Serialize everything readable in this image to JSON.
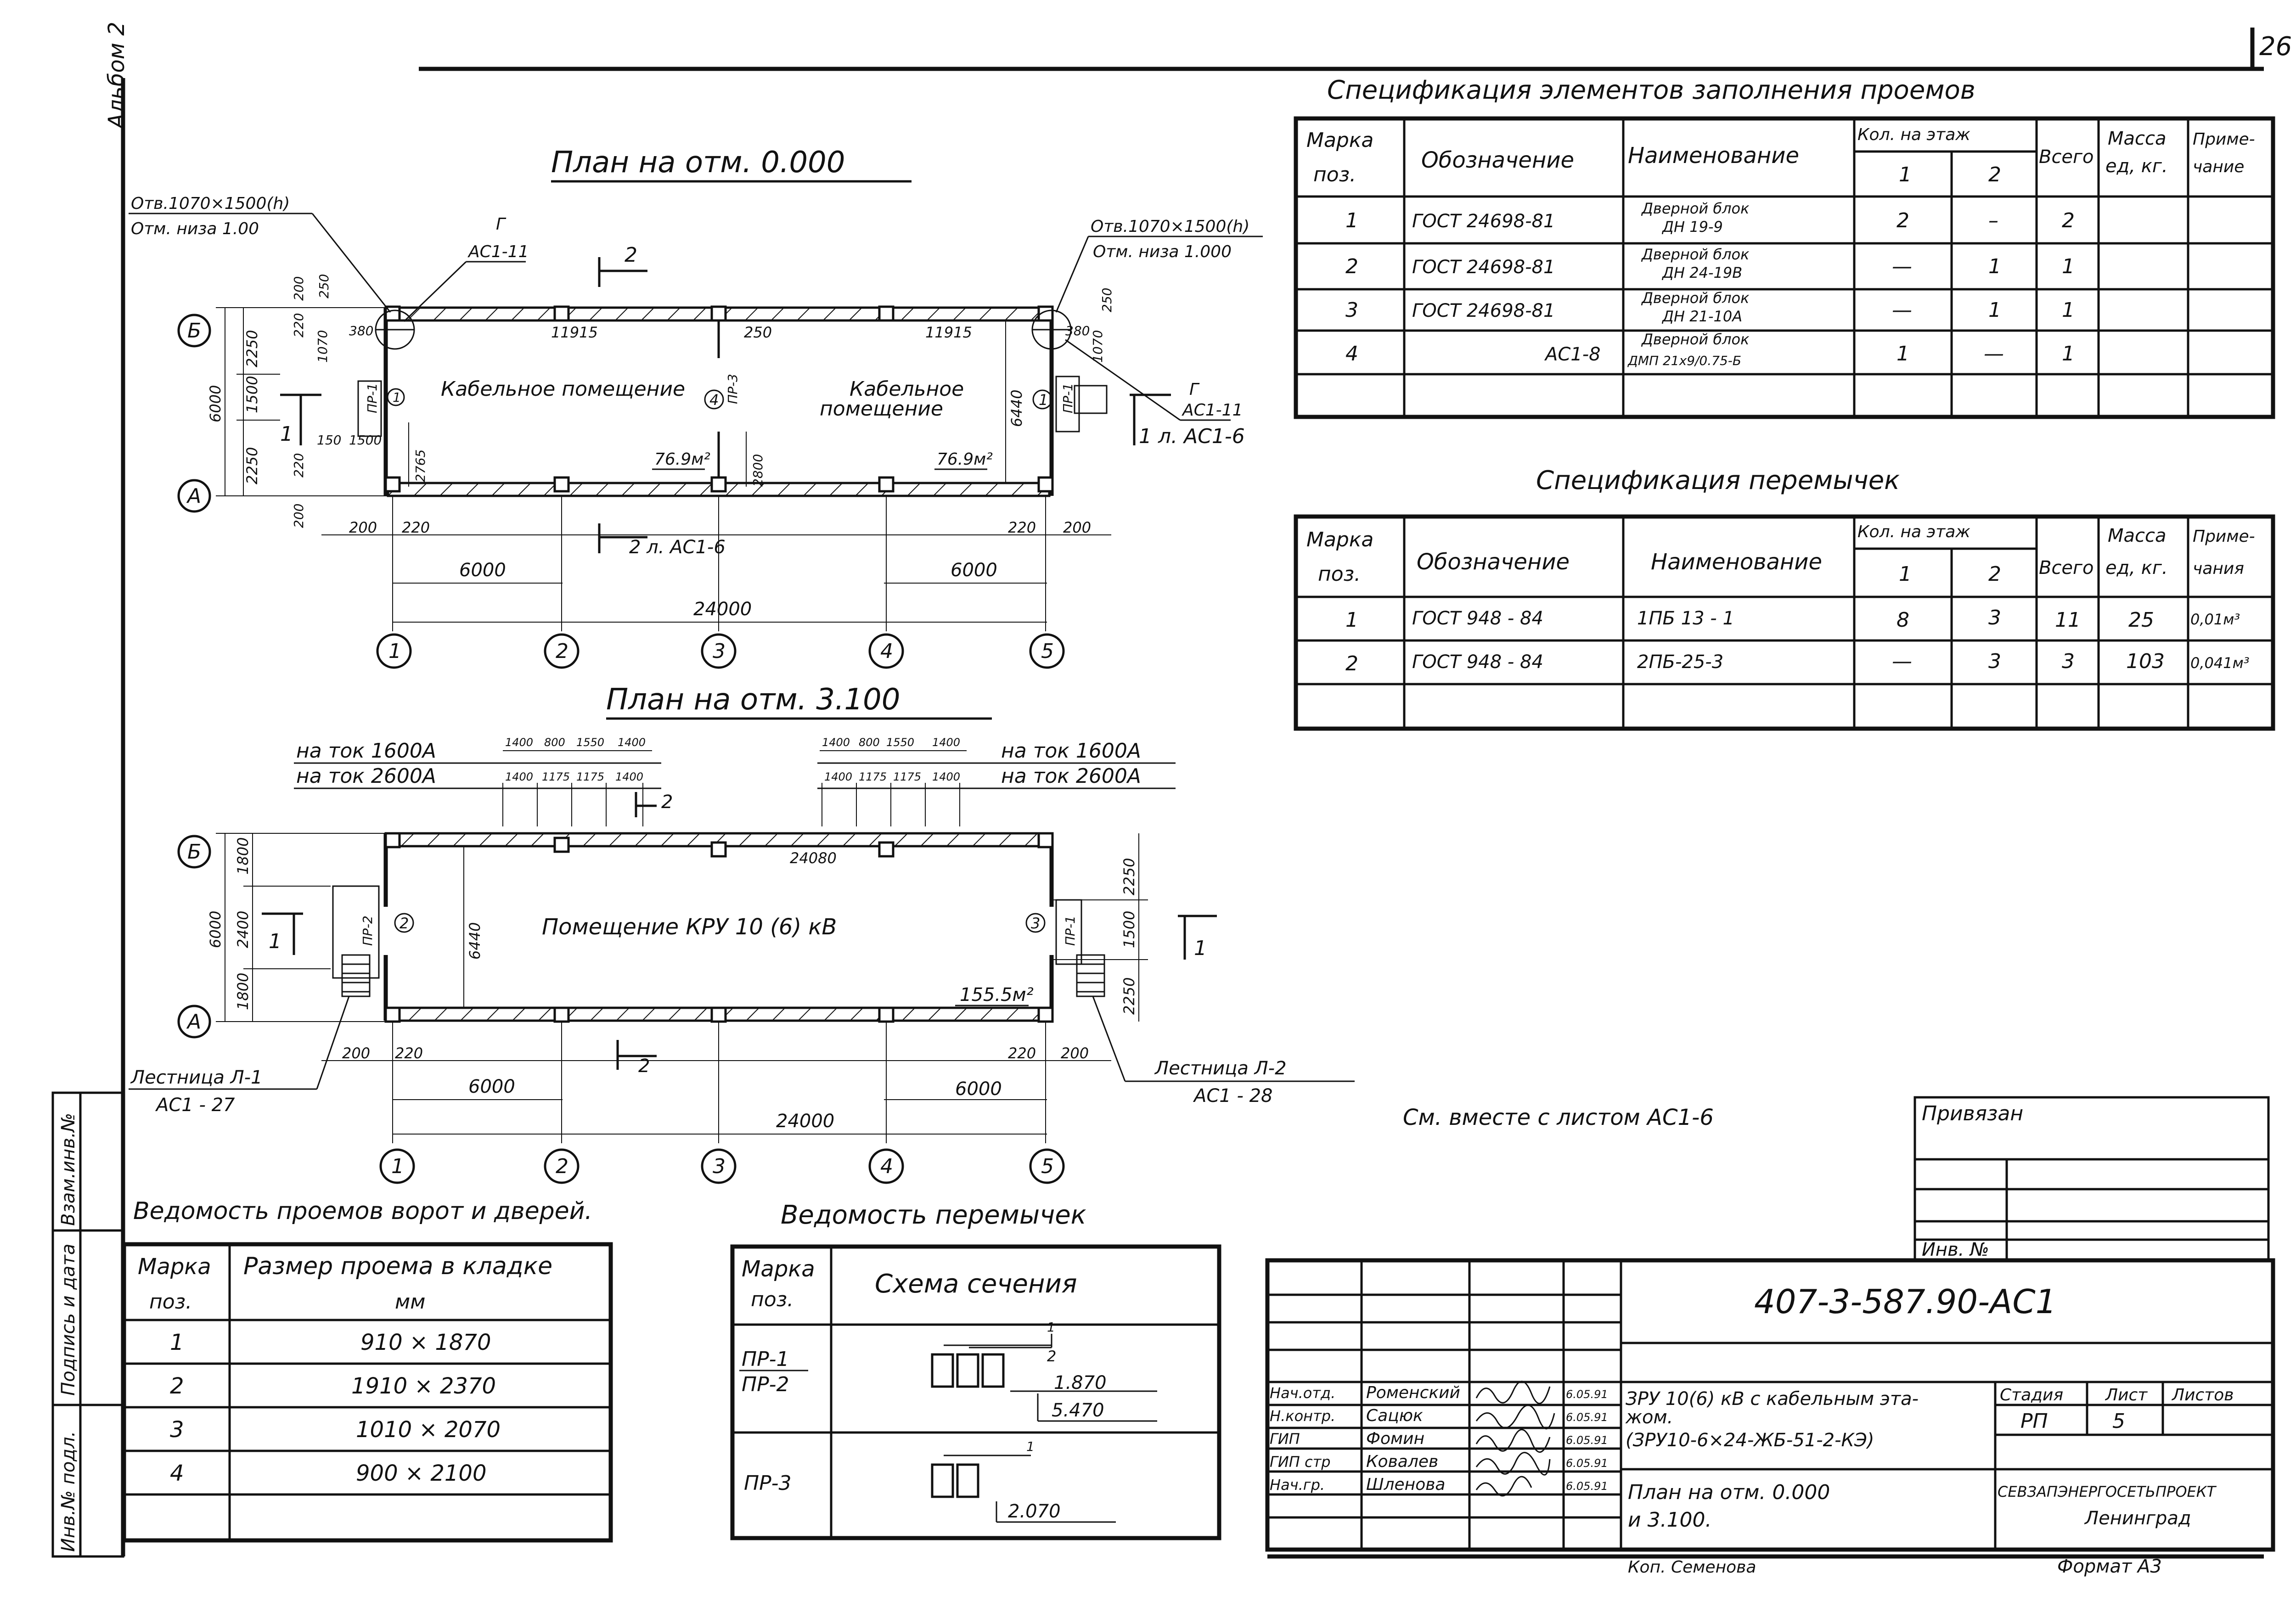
{
  "page_number": "26",
  "album_label": "Альбом 2",
  "stamp_side": {
    "inv_podl": "Инв.№ подл.",
    "podpis_data": "Подпись и дата",
    "vzam_inv": "Взам.инв.№"
  },
  "plan1": {
    "title": "План на отм. 0.000",
    "room_left": "Кабельное помещение",
    "room_right_1": "Кабельное",
    "room_right_2": "помещение",
    "area_left": "76.9м²",
    "area_right": "76.9м²",
    "opening_left_1": "Отв.1070×1500(h)",
    "opening_left_2": "Отм. низа 1.00",
    "opening_right_1": "Отв.1070×1500(h)",
    "opening_right_2": "Отм. низа 1.000",
    "node_g_left": "Г",
    "node_ref_left": "АС1-11",
    "node_g_right": "Г",
    "node_ref_right": "АС1-11",
    "section_2_top": "2",
    "section_2_bottom": "2 л. АС1-6",
    "section_1_left": "1",
    "section_1_right": "1 л. АС1-6",
    "dims": {
      "total": "24000",
      "bay_left": "6000",
      "bay_right": "6000",
      "wall_left_1": "11915",
      "wall_right_1": "11915",
      "mid_gap": "250",
      "height_total": "6000",
      "h_2250_a": "2250",
      "h_1500": "1500",
      "h_2250_b": "2250",
      "h_200": "200",
      "h_250": "250",
      "h_380_l": "380",
      "h_220": "220",
      "h_1070": "1070",
      "d_200_l": "200",
      "d_220_l": "220",
      "d_220_r": "220",
      "d_200_r": "200",
      "d_150": "150",
      "d_1500": "1500",
      "d_2765": "2765",
      "d_2800": "2800",
      "d_6440": "6440",
      "d_380_r": "380",
      "d_250_r": "250",
      "d_1070_r": "1070",
      "d_200_b": "200",
      "d_220_b": "220"
    },
    "marks": {
      "pr1_left": "ПР-1",
      "m1_left": "1",
      "m4": "4",
      "pr3": "ПР-3",
      "m1_right": "1",
      "pr1_right": "ПР-1"
    },
    "axes_letters": [
      "Б",
      "А"
    ],
    "axes_numbers": [
      "1",
      "2",
      "3",
      "4",
      "5"
    ]
  },
  "plan2": {
    "title": "План на отм. 3.100",
    "room": "Помещение КРУ 10 (6) кВ",
    "area": "155.5м²",
    "current_1600_left": "на ток 1600А",
    "current_2600_left": "на ток 2600А",
    "current_1600_right": "на ток 1600А",
    "current_2600_right": "на ток 2600А",
    "top_dims_a": [
      "1400",
      "800",
      "1550",
      "1400"
    ],
    "top_dims_b": [
      "1400",
      "1175",
      "1175",
      "1400"
    ],
    "top_dims_c": [
      "1400",
      "800",
      "1550",
      "1400"
    ],
    "top_dims_d": [
      "1400",
      "1175",
      "1175",
      "1400"
    ],
    "stair_left": "Лестница Л-1",
    "stair_left_ref": "АС1 - 27",
    "stair_right": "Лестница Л-2",
    "stair_right_ref": "АС1 - 28",
    "section_2": "2",
    "section_2_bottom": "2",
    "section_1_left": "1",
    "section_1_right": "1",
    "marks": {
      "pr2": "ПР-2",
      "m2": "2",
      "m3": "3",
      "pr1": "ПР-1"
    },
    "dims": {
      "total": "24000",
      "inner": "24080",
      "bay_left": "6000",
      "bay_right": "6000",
      "h_total": "6000",
      "h_1800_a": "1800",
      "h_2400": "2400",
      "h_1800_b": "1800",
      "r_2250_a": "2250",
      "r_1500": "1500",
      "r_2250_b": "2250",
      "d_6440": "6440",
      "d_200_l": "200",
      "d_220_l": "220",
      "d_220_r": "220",
      "d_200_r": "200"
    },
    "axes_letters": [
      "Б",
      "А"
    ],
    "axes_numbers": [
      "1",
      "2",
      "3",
      "4",
      "5"
    ]
  },
  "spec_openings": {
    "title": "Спецификация элементов заполнения проемов",
    "headers": {
      "mark": [
        "Марка",
        "поз."
      ],
      "designation": "Обозначение",
      "name": "Наименование",
      "qty": "Кол. на этаж",
      "floor1": "1",
      "floor2": "2",
      "total": "Всего",
      "mass": [
        "Масса",
        "ед, кг."
      ],
      "note": [
        "Приме-",
        "чание"
      ]
    },
    "rows": [
      {
        "mark": "1",
        "des": "ГОСТ 24698-81",
        "name1": "Дверной блок",
        "name2": "ДН 19-9",
        "f1": "2",
        "f2": "–",
        "total": "2"
      },
      {
        "mark": "2",
        "des": "ГОСТ 24698-81",
        "name1": "Дверной блок",
        "name2": "ДН 24-19В",
        "f1": "—",
        "f2": "1",
        "total": "1"
      },
      {
        "mark": "3",
        "des": "ГОСТ 24698-81",
        "name1": "Дверной блок",
        "name2": "ДН 21-10А",
        "f1": "—",
        "f2": "1",
        "total": "1"
      },
      {
        "mark": "4",
        "des": "АС1-8",
        "name1": "Дверной блок",
        "name2": "ДМП 21х9/0.75-Б",
        "f1": "1",
        "f2": "—",
        "total": "1"
      }
    ]
  },
  "spec_lintels": {
    "title": "Спецификация перемычек",
    "headers": {
      "mark": [
        "Марка",
        "поз."
      ],
      "designation": "Обозначение",
      "name": "Наименование",
      "qty": "Кол. на этаж",
      "floor1": "1",
      "floor2": "2",
      "total": "Всего",
      "mass": [
        "Масса",
        "ед, кг."
      ],
      "note": [
        "Приме-",
        "чания"
      ]
    },
    "rows": [
      {
        "mark": "1",
        "des": "ГОСТ 948 - 84",
        "name": "1ПБ 13 - 1",
        "f1": "8",
        "f2": "3",
        "total": "11",
        "mass": "25",
        "note": "0,01м³"
      },
      {
        "mark": "2",
        "des": "ГОСТ 948 - 84",
        "name": "2ПБ-25-3",
        "f1": "—",
        "f2": "3",
        "total": "3",
        "mass": "103",
        "note": "0,041м³"
      }
    ]
  },
  "openings_list": {
    "title": "Ведомость проемов ворот и дверей.",
    "header_mark": [
      "Марка",
      "поз."
    ],
    "header_size": [
      "Размер проема в кладке",
      "мм"
    ],
    "rows": [
      {
        "mark": "1",
        "size": "910 × 1870"
      },
      {
        "mark": "2",
        "size": "1910 × 2370"
      },
      {
        "mark": "3",
        "size": "1010 × 2070"
      },
      {
        "mark": "4",
        "size": "900 × 2100"
      }
    ]
  },
  "lintels_list": {
    "title": "Ведомость перемычек",
    "header_mark": [
      "Марка",
      "поз."
    ],
    "header_scheme": "Схема сечения",
    "row1_marks": [
      "ПР-1",
      "ПР-2"
    ],
    "row1_labels": {
      "top": "1",
      "mid": "2",
      "el1": "1.870",
      "el2": "5.470"
    },
    "row2_mark": "ПР-3",
    "row2_labels": {
      "top": "1",
      "el": "2.070"
    }
  },
  "note_see": "См. вместе с листом АС1-6",
  "title_block": {
    "privyazan": "Привязан",
    "inv_no": "Инв. №",
    "code": "407-3-587.90-АС1",
    "project_1": "ЗРУ 10(6) кВ с кабельным эта-",
    "project_2": "жом.",
    "project_3": "(ЗРУ10-6×24-ЖБ-51-2-КЭ)",
    "sheet_title_1": "План на отм. 0.000",
    "sheet_title_2": "и 3.100.",
    "stage_h": "Стадия",
    "sheet_h": "Лист",
    "sheets_h": "Листов",
    "stage": "РП",
    "sheet": "5",
    "org_1": "СЕВЗАПЭНЕРГОСЕТЬПРОЕКТ",
    "org_2": "Ленинград",
    "copied": "Коп. Семенова",
    "format": "Формат А3",
    "people": [
      {
        "role": "Нач.отд.",
        "name": "Роменский",
        "date": "6.05.91"
      },
      {
        "role": "Н.контр.",
        "name": "Сацюк",
        "date": "6.05.91"
      },
      {
        "role": "ГИП",
        "name": "Фомин",
        "date": "6.05.91"
      },
      {
        "role": "ГИП стр",
        "name": "Ковалев",
        "date": "6.05.91"
      },
      {
        "role": "Нач.гр.",
        "name": "Шленова",
        "date": "6.05.91"
      }
    ]
  }
}
